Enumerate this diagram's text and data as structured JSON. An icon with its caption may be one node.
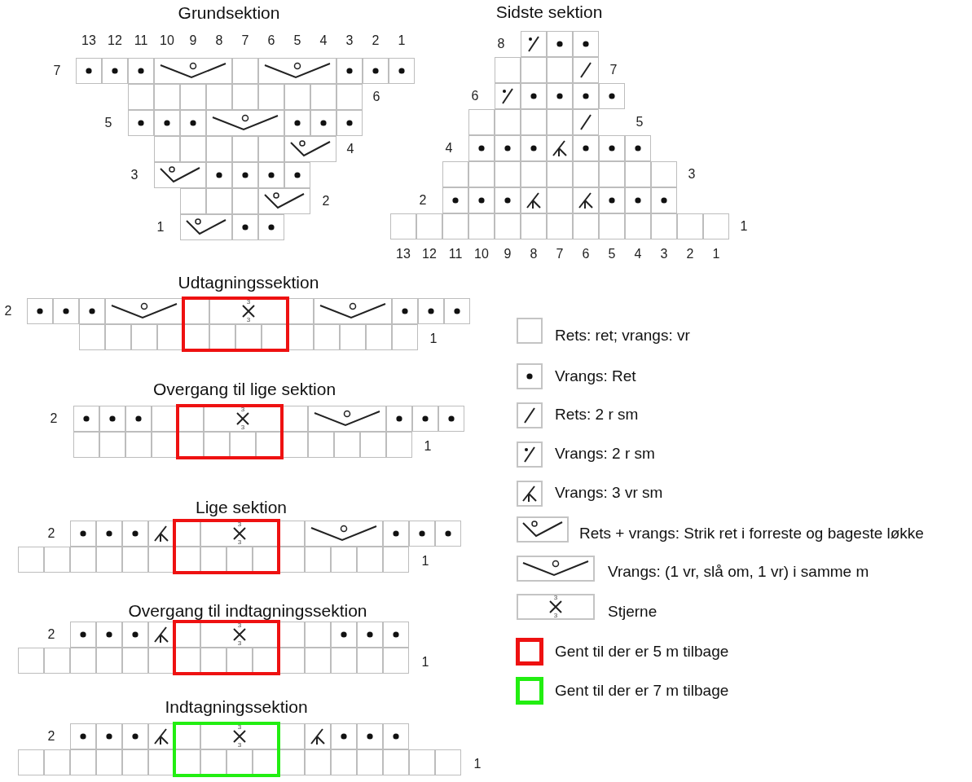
{
  "diagram": {
    "labels": [
      "Grundsektion",
      "13",
      "12",
      "11",
      "10",
      "9",
      "8",
      "7",
      "6",
      "5",
      "4",
      "3",
      "2",
      "1",
      "7",
      "6",
      "5",
      "4",
      "3",
      "2",
      "1",
      "Sidste sektion",
      "8",
      "7",
      "6",
      "5",
      "4",
      "3",
      "2",
      "1",
      "13",
      "12",
      "11",
      "10",
      "9",
      "8",
      "7",
      "6",
      "5",
      "4",
      "3",
      "2",
      "1",
      "Udtagningssektion",
      "2",
      "3",
      "3",
      "1",
      "Overgang til lige sektion",
      "2",
      "3",
      "3",
      "1",
      "Lige sektion",
      "2",
      "3",
      "3",
      "1",
      "Overgang til indtagningssektion",
      "2",
      "3",
      "3",
      "1",
      "Indtagningssektion",
      "2",
      "3",
      "3",
      "1",
      "3",
      "3"
    ],
    "legend": [
      {
        "text": "Rets: ret; vrangs: vr"
      },
      {
        "text": "Vrangs: Ret"
      },
      {
        "text": "Rets: 2 r sm"
      },
      {
        "text": "Vrangs: 2 r sm"
      },
      {
        "text": "Vrangs: 3 vr sm"
      },
      {
        "text": "Rets + vrangs: Strik ret i forreste og bageste løkke"
      },
      {
        "text": "Vrangs: (1 vr, slå om, 1 vr) i samme m"
      },
      {
        "text": "Stjerne"
      },
      {
        "text": "Gent til der er 5 m tilbage",
        "color": "#ee1111"
      },
      {
        "text": "Gent til der er 7 m tilbage",
        "color": "#22ee11"
      }
    ]
  }
}
